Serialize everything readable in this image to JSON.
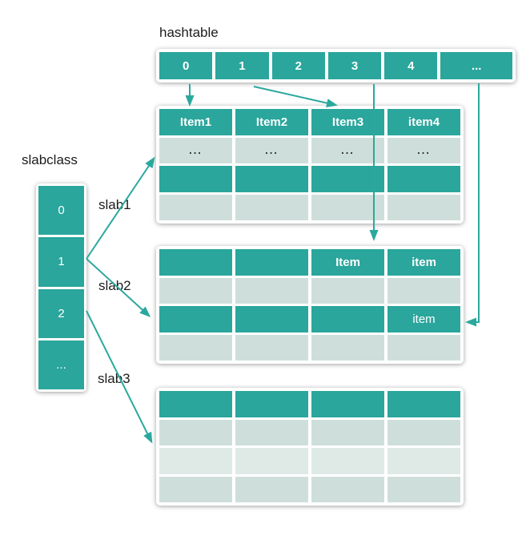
{
  "colors": {
    "accent": "#2BA89E",
    "teal_cell": "#2AA69C",
    "light_cell": "#CEDFDB",
    "lighter_cell": "#DFEAE7",
    "label_text": "#1C1C1C",
    "cell_text": "#FFFFFF"
  },
  "labels": {
    "hashtable": "hashtable",
    "slabclass": "slabclass",
    "slab1": "slab1",
    "slab2": "slab2",
    "slab3": "slab3"
  },
  "hashtable": {
    "cells": [
      "0",
      "1",
      "2",
      "3",
      "4",
      "..."
    ]
  },
  "slabclass": {
    "cells": [
      "0",
      "1",
      "2",
      "..."
    ]
  },
  "tables": {
    "slab1": {
      "rows": [
        [
          "Item1",
          "Item2",
          "Item3",
          "item4"
        ],
        [
          "...",
          "...",
          "...",
          "..."
        ],
        [
          "",
          "",
          "",
          ""
        ],
        [
          "",
          "",
          "",
          ""
        ]
      ]
    },
    "slab2": {
      "rows": [
        [
          "",
          "",
          "Item",
          "item"
        ],
        [
          "",
          "",
          "",
          ""
        ],
        [
          "",
          "",
          "",
          "item"
        ],
        [
          "",
          "",
          "",
          ""
        ]
      ]
    },
    "slab3": {
      "rows": [
        [
          "",
          "",
          "",
          ""
        ],
        [
          "",
          "",
          "",
          ""
        ],
        [
          "",
          "",
          "",
          ""
        ],
        [
          "",
          "",
          "",
          ""
        ]
      ]
    }
  }
}
